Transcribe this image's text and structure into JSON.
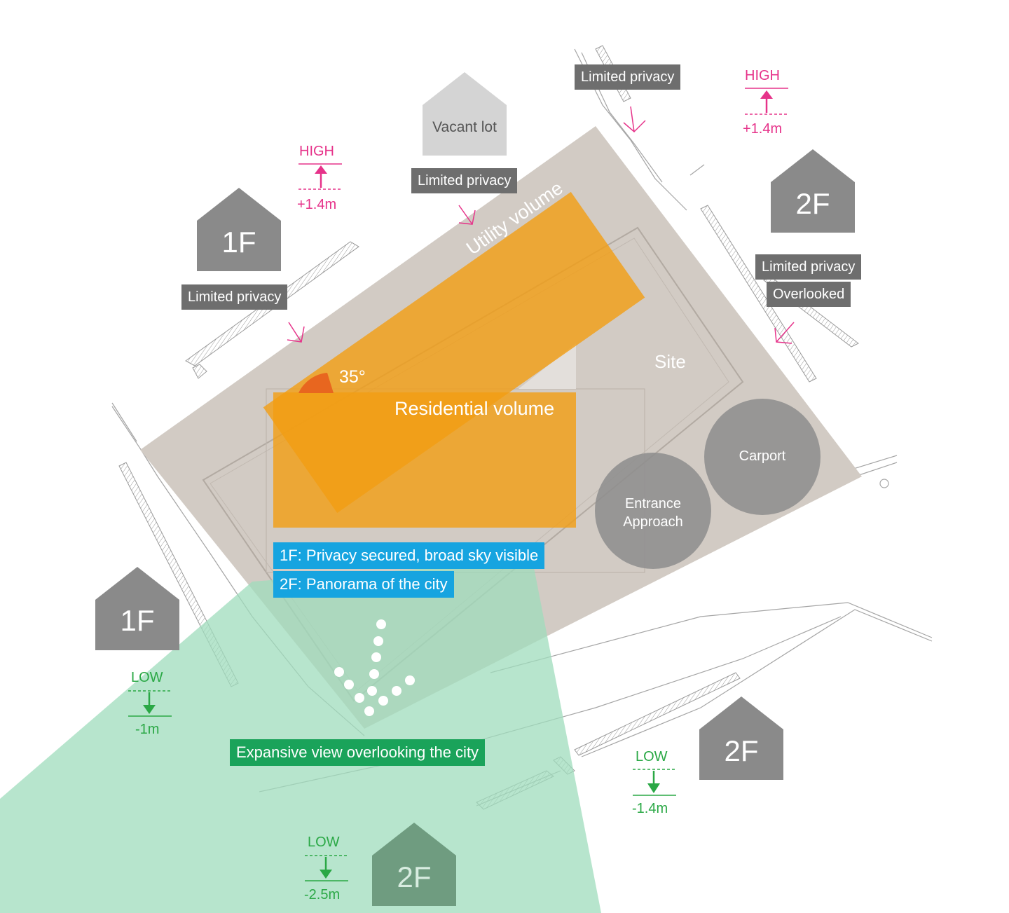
{
  "site": {
    "site_label": "Site",
    "utility_label": "Utility volume",
    "residential_label": "Residential volume",
    "angle_label": "35°",
    "carport_label": "Carport",
    "entrance_line1": "Entrance",
    "entrance_line2": "Approach"
  },
  "houses": {
    "vacant_lot": "Vacant lot",
    "nw_1f": "1F",
    "ne_2f": "2F",
    "w_1f": "1F",
    "se_2f": "2F",
    "s_2f": "2F"
  },
  "privacy_tags": {
    "north_top": "Limited privacy",
    "vacant": "Limited privacy",
    "northwest": "Limited privacy",
    "east_1": "Limited privacy",
    "east_2": "Overlooked"
  },
  "levels": {
    "nw": {
      "top": "HIGH",
      "bottom": "+1.4m"
    },
    "ne": {
      "top": "HIGH",
      "bottom": "+1.4m"
    },
    "w": {
      "top": "LOW",
      "bottom": "-1m"
    },
    "se": {
      "top": "LOW",
      "bottom": "-1.4m"
    },
    "s": {
      "top": "LOW",
      "bottom": "-2.5m"
    }
  },
  "notes": {
    "floor1": "1F: Privacy secured, broad sky visible",
    "floor2": "2F: Panorama of the city",
    "view": "Expansive view overlooking the city"
  },
  "colors": {
    "plot": "#d2cbc4",
    "house": "#8a8a8a",
    "view_cone": "#9fdcbc",
    "orange": "#f29e13",
    "angle": "#e8661f",
    "pink": "#e6338a",
    "green": "#2aa845",
    "blue": "#16a4e0"
  }
}
